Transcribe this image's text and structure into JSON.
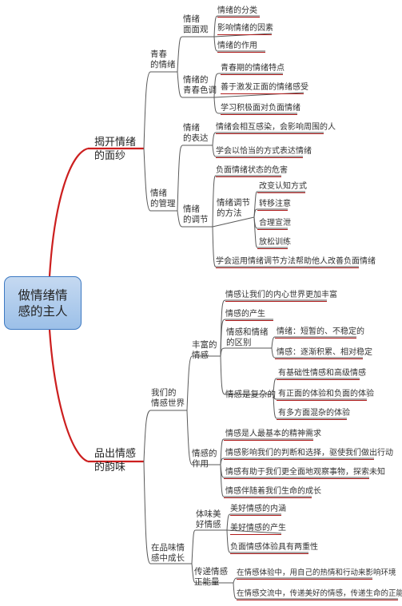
{
  "root": {
    "line1": "做情绪情",
    "line2": "感的主人"
  },
  "branches": [
    {
      "title_l1": "揭开情绪",
      "title_l2": "的面纱",
      "groups": [
        {
          "title_l1": "青春",
          "title_l2": "的情绪",
          "topics": [
            {
              "title_l1": "情绪",
              "title_l2": "面面观",
              "items": [
                "情绪的分类",
                "影响情绪的因素",
                "情绪的作用"
              ]
            },
            {
              "title_l1": "情绪的",
              "title_l2": "青春色调",
              "items": [
                "青春期的情绪特点",
                "善于激发正面的情绪感受",
                "学习积极面对负面情绪"
              ]
            }
          ]
        },
        {
          "title_l1": "情绪",
          "title_l2": "的管理",
          "topics": [
            {
              "title_l1": "情绪",
              "title_l2": "的表达",
              "items": [
                "情绪会相互感染，会影响周围的人",
                "学会以恰当的方式表达情绪"
              ]
            },
            {
              "title_l1": "情绪",
              "title_l2": "的调节",
              "items": [
                "负面情绪状态的危害"
              ],
              "method": {
                "title_l1": "情绪调节",
                "title_l2": "的方法",
                "items": [
                  "改变认知方式",
                  "转移注意",
                  "合理宣泄",
                  "放松训练"
                ]
              },
              "items_after": [
                "学会运用情绪调节方法帮助他人改善负面情绪"
              ]
            }
          ]
        }
      ]
    },
    {
      "title_l1": "品出情感",
      "title_l2": "的韵味",
      "groups": [
        {
          "title_l1": "我们的",
          "title_l2": "情感世界",
          "topics": [
            {
              "title_l1": "丰富的",
              "title_l2": "情感",
              "items": [
                "情感让我们的内心世界更加丰富",
                "情感的产生"
              ],
              "distinction": {
                "title_l1": "情感和情绪",
                "title_l2": "的区别",
                "items": [
                  "情绪：短暂的、不稳定的",
                  "情感：逐渐积累、相对稳定"
                ]
              },
              "complex": {
                "title": "情感是复杂的",
                "items": [
                  "有基础性情感和高级情感",
                  "有正面的体验和负面的体验",
                  "有多方面混杂的体验"
                ]
              }
            },
            {
              "title_l1": "情感的",
              "title_l2": "作用",
              "items": [
                "情感是人最基本的精神需求",
                "情感影响我们的判断和选择，驱使我们做出行动",
                "情感有助于我们更全面地观察事物，探索未知",
                "情感伴随着我们生命的成长"
              ]
            }
          ]
        },
        {
          "title_l1": "在品味情",
          "title_l2": "感中成长",
          "topics": [
            {
              "title_l1": "体味美",
              "title_l2": "好情感",
              "items": [
                "美好情感的内涵",
                "美好情感的产生",
                "负面情感体验具有两重性"
              ]
            },
            {
              "title_l1": "传递情感",
              "title_l2": "正能量",
              "items": [
                "在情感体验中，用自己的热情和行动来影响环境",
                "在情感交流中，传递美好的情感，传递生命的正能量"
              ]
            }
          ]
        }
      ]
    }
  ],
  "colors": {
    "main_branch": "#cc1f1f",
    "sub_branch": "#5a5a5a",
    "underline": "#b01c1c",
    "root_border": "#3d79c2"
  }
}
